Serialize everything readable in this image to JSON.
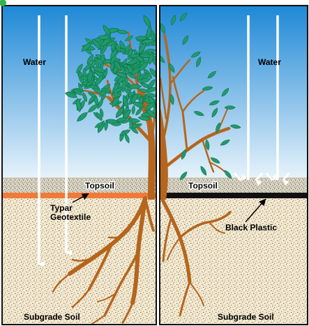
{
  "colors": {
    "sky_top": "#1e88d6",
    "sky_bottom": "#e9f4fb",
    "soil_base": "#f2ead6",
    "soil_speckle": "#9b7c3a",
    "topsoil_base": "#ddd7c6",
    "geotextile": "#f07a3a",
    "black_plastic": "#111111",
    "tree_trunk": "#b5651d",
    "leaves": "#1f9a6c",
    "leaf_dark": "#0c6a45",
    "water_arrows": "#ffffff",
    "corner_badge": "#35b34a"
  },
  "icons": {
    "corner_badge": "green-circle-icon",
    "water_arrow": "down-arrow-icon",
    "pointer_arrow": "arrow-icon"
  },
  "left_panel": {
    "water_label": "Water",
    "topsoil_label": "Topsoil",
    "geotextile_label_line1": "Typar",
    "geotextile_label_line2": "Geotextile",
    "subgrade_label": "Subgrade Soil"
  },
  "right_panel": {
    "water_label": "Water",
    "topsoil_label": "Topsoil",
    "plastic_label": "Black Plastic",
    "subgrade_label": "Subgrade Soil"
  }
}
